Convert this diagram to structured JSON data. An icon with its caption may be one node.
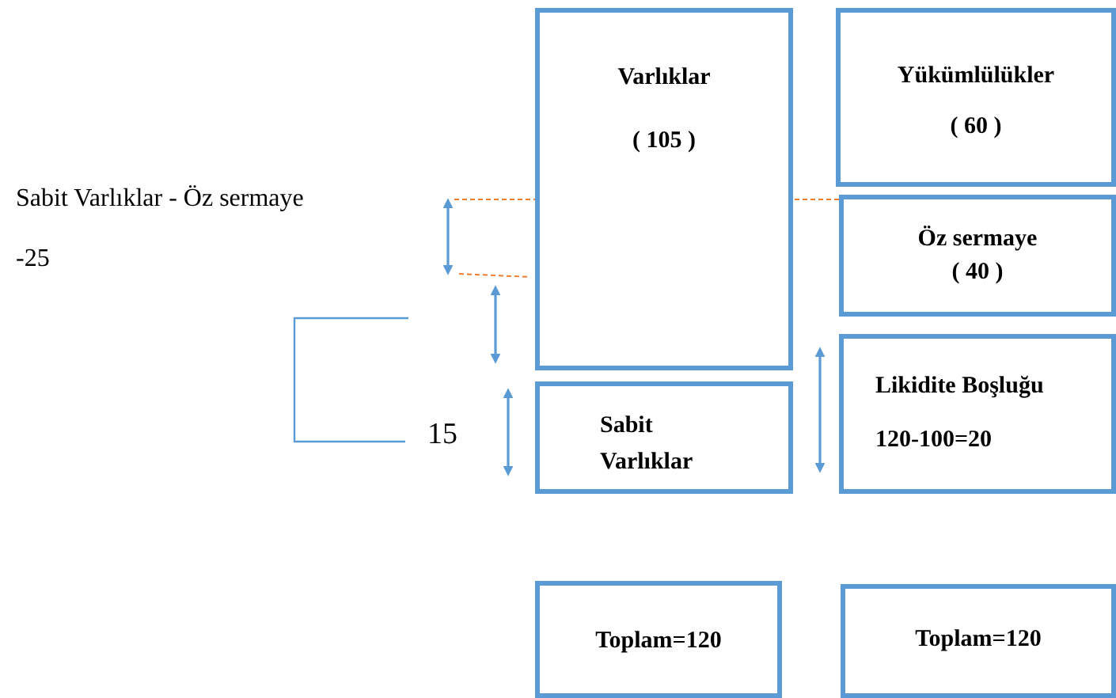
{
  "diagram": {
    "nodes": [
      {
        "text": [
          "Varlıklar",
          "( 105 )"
        ]
      },
      {
        "text": [
          "Yükümlülükler",
          "( 60 )"
        ]
      },
      {
        "text": [
          "Öz sermaye",
          "( 40 )"
        ]
      },
      {
        "text": [
          "Sabit Varlıklar"
        ]
      },
      {
        "text": [
          "Likidite Boşluğu",
          "120-100=20"
        ]
      },
      {
        "text": [
          "Toplam=120"
        ]
      },
      {
        "text": [
          "Toplam=120"
        ]
      }
    ],
    "labels": [
      "Sabit Varlıklar - Öz sermaye",
      "-25",
      "15"
    ]
  }
}
